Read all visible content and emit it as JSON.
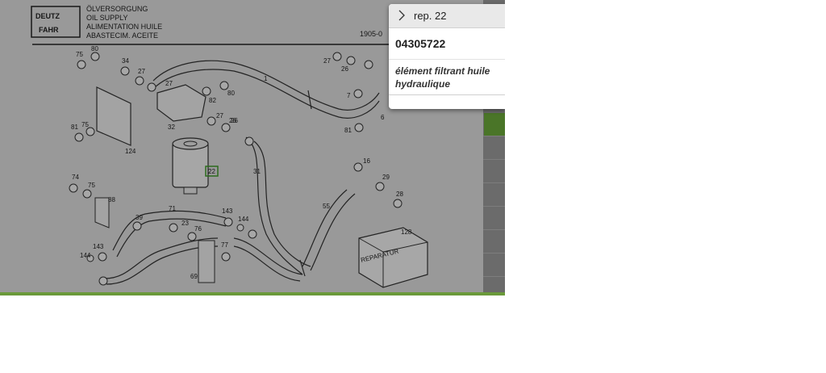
{
  "diagram": {
    "logo_line1": "DEUTZ",
    "logo_line2": "FAHR",
    "title_lines": [
      "ÖLVERSORGUNG",
      "OIL SUPPLY",
      "ALIMENTATION HUILE",
      "ABASTECIM. ACEITE"
    ],
    "code": "1905-0",
    "highlighted_ref": "22",
    "part_labels": [
      "75",
      "80",
      "34",
      "27",
      "27",
      "1",
      "27",
      "26",
      "26",
      "7",
      "6",
      "81",
      "82",
      "80",
      "32",
      "27",
      "26",
      "81",
      "75",
      "124",
      "16",
      "29",
      "28",
      "31",
      "74",
      "75",
      "88",
      "71",
      "143",
      "144",
      "39",
      "23",
      "76",
      "55",
      "128",
      "143",
      "144",
      "77",
      "69"
    ],
    "box_text": "REPARATUR"
  },
  "popup": {
    "ref_label": "rep. 22",
    "part_number": "04305722",
    "description": "élément filtrant huile hydraulique"
  },
  "colors": {
    "accent_green": "#6aa83a",
    "highlight_green": "#3f9a2a"
  }
}
